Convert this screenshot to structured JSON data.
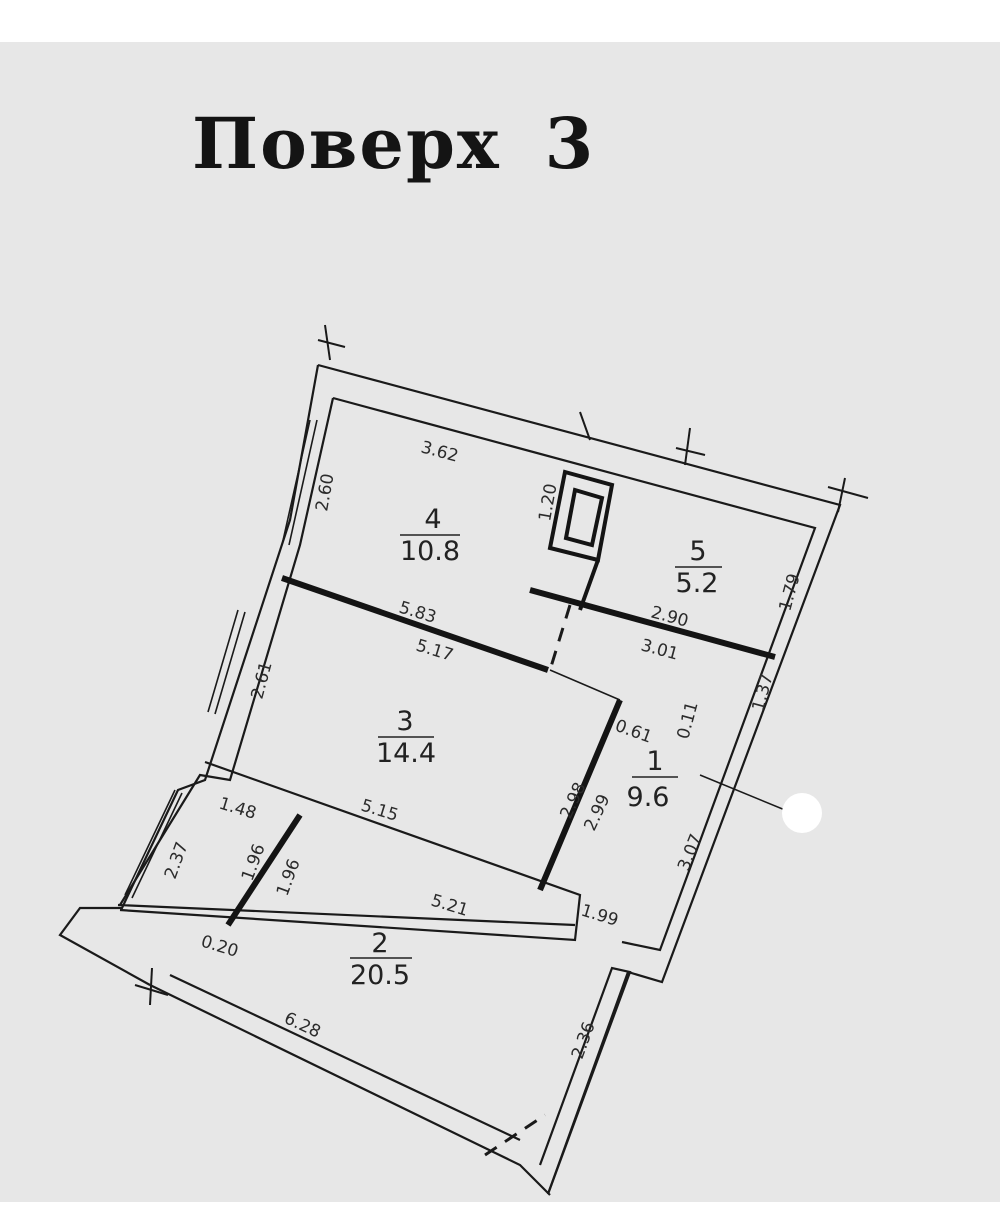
{
  "title": {
    "word": "Поверх",
    "number": "3"
  },
  "rooms": [
    {
      "number": "1",
      "area": "9.6"
    },
    {
      "number": "2",
      "area": "20.5"
    },
    {
      "number": "3",
      "area": "14.4"
    },
    {
      "number": "4",
      "area": "10.8"
    },
    {
      "number": "5",
      "area": "5.2"
    }
  ],
  "dimensions": {
    "d362": "3.62",
    "d260": "2.60",
    "d120": "1.20",
    "d583": "5.83",
    "d517": "5.17",
    "d290": "2.90",
    "d301": "3.01",
    "d179": "1.79",
    "d137": "1.37",
    "d261": "2.61",
    "d061": "0.61",
    "d011": "0.11",
    "d298": "2.98",
    "d299": "2.99",
    "d148": "1.48",
    "d515": "5.15",
    "d237": "2.37",
    "d196a": "1.96",
    "d196b": "1.96",
    "d307": "3.07",
    "d521": "5.21",
    "d199": "1.99",
    "d020": "0.20",
    "d628": "6.28",
    "d236": "2.36"
  },
  "colors": {
    "paper": "#e7e7e7",
    "wall": "#1a1a1a",
    "ink": "#2b2b2b"
  }
}
